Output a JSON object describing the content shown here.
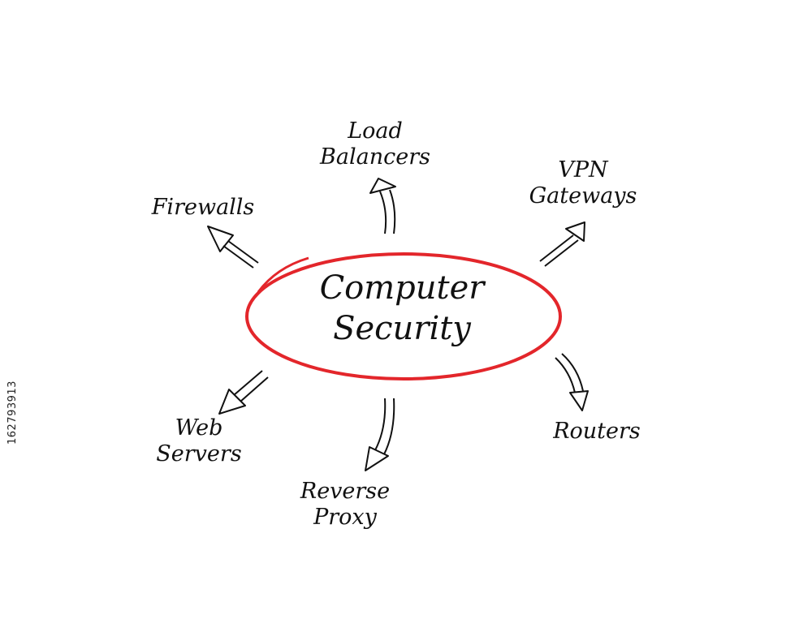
{
  "center": {
    "line1": "Computer",
    "line2": "Security",
    "ring_color": "#e3262b"
  },
  "nodes": {
    "load_balancers": {
      "line1": "Load",
      "line2": "Balancers"
    },
    "vpn_gateways": {
      "line1": "VPN",
      "line2": "Gateways"
    },
    "firewalls": {
      "line1": "Firewalls"
    },
    "routers": {
      "line1": "Routers"
    },
    "web_servers": {
      "line1": "Web",
      "line2": "Servers"
    },
    "reverse_proxy": {
      "line1": "Reverse",
      "line2": "Proxy"
    }
  },
  "image_id": "162793913",
  "colors": {
    "ink": "#111111",
    "background": "#ffffff"
  }
}
